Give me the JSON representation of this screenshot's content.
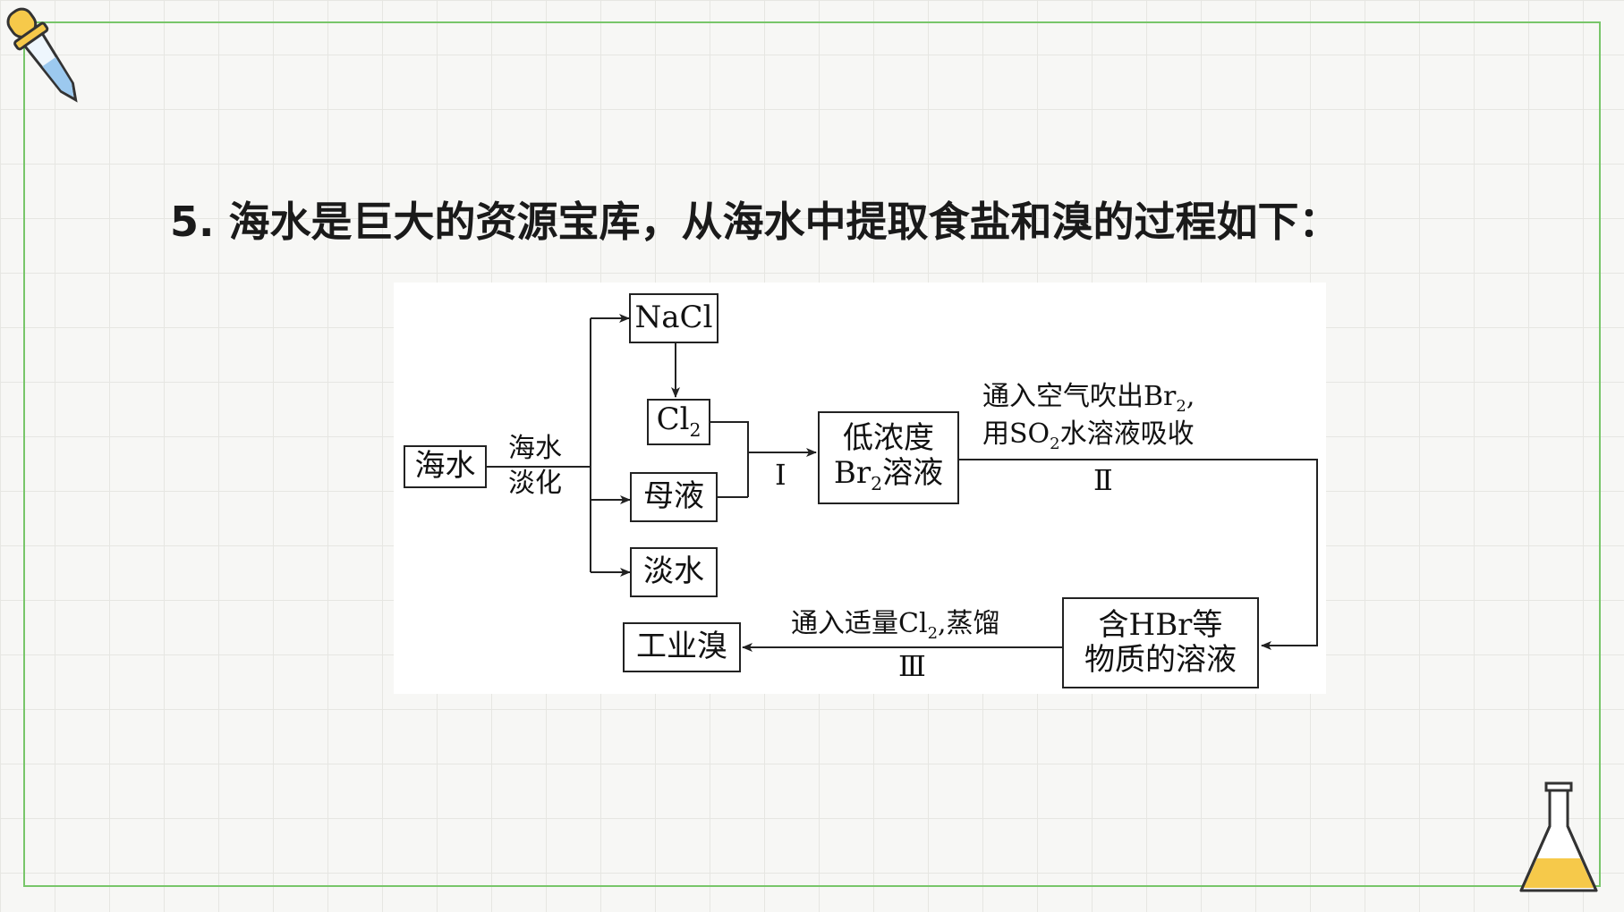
{
  "question": {
    "number": "5.",
    "text": "海水是巨大的资源宝库，从海水中提取食盐和溴的过程如下："
  },
  "flowchart": {
    "nodes": {
      "seawater": "海水",
      "nacl": "NaCl",
      "cl2": {
        "base": "Cl",
        "sub": "2"
      },
      "mother_liquor": "母液",
      "fresh_water": "淡水",
      "low_br2": {
        "line1": "低浓度",
        "line2_base": "Br",
        "line2_sub": "2",
        "line2_rest": "溶液"
      },
      "hbr_solution": {
        "line1": "含HBr等",
        "line2": "物质的溶液"
      },
      "industrial_br": "工业溴"
    },
    "edges": {
      "desalination": {
        "line1": "海水",
        "line2": "淡化"
      },
      "step1": "Ⅰ",
      "step2": {
        "line1_pre": "通入空气吹出Br",
        "line1_sub": "2",
        "line1_post": ",",
        "line2_pre": "用SO",
        "line2_sub": "2",
        "line2_post": "水溶液吸收",
        "roman": "Ⅱ"
      },
      "step3": {
        "text_pre": "通入适量Cl",
        "text_sub": "2",
        "text_post": ",蒸馏",
        "roman": "Ⅲ"
      }
    }
  },
  "icons": [
    "dropper-icon",
    "flask-icon"
  ],
  "colors": {
    "frame": "#78c66a",
    "flask_liquid": "#f6c94a",
    "dropper_liquid": "#9cc9ef"
  }
}
